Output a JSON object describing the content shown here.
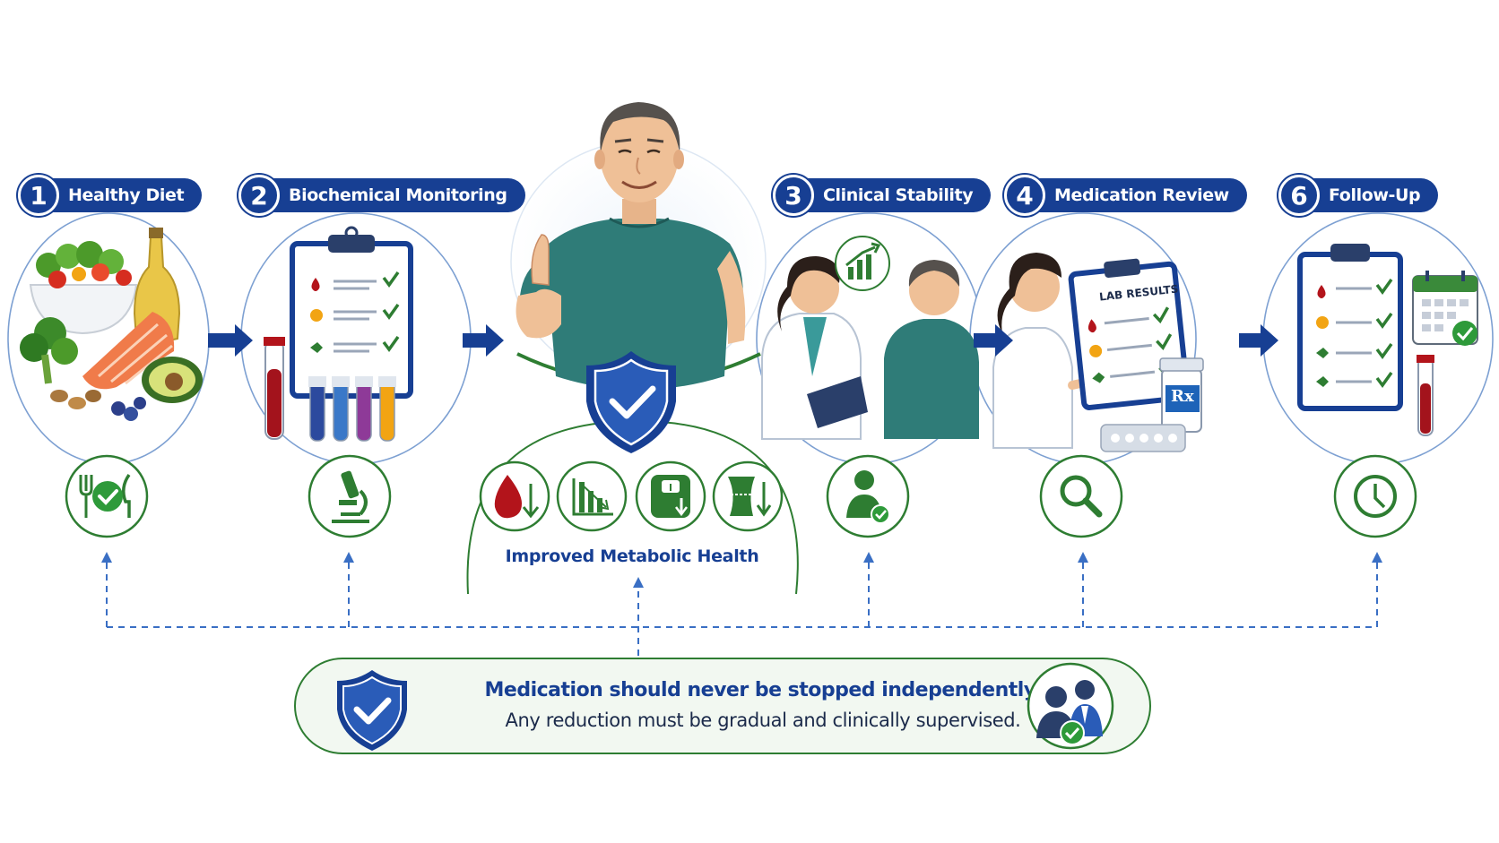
{
  "steps": [
    {
      "number": "1",
      "label": "Healthy Diet",
      "icon": "fork-knife-check-icon"
    },
    {
      "number": "2",
      "label": "Biochemical Monitoring",
      "icon": "microscope-icon"
    },
    {
      "number": "3",
      "label": "Clinical Stability",
      "icon": "person-check-icon"
    },
    {
      "number": "4",
      "label": "Medication Review",
      "icon": "magnifier-icon"
    },
    {
      "number": "6",
      "label": "Follow-Up",
      "icon": "clock-icon"
    }
  ],
  "center": {
    "caption": "Improved Metabolic Health",
    "icons": [
      "blood-drop-down-icon",
      "chart-down-icon",
      "scale-down-icon",
      "waist-down-icon"
    ]
  },
  "step4": {
    "clipboard_title": "LAB RESULTS",
    "bottle_label": "Rx"
  },
  "warning": {
    "line1": "Medication should never be stopped independently.",
    "line2": "Any reduction must be gradual and clinically supervised."
  },
  "colors": {
    "navy": "#173f93",
    "green": "#2e7d32",
    "teal_shirt": "#2f7c78",
    "blood_red": "#b3141b"
  }
}
